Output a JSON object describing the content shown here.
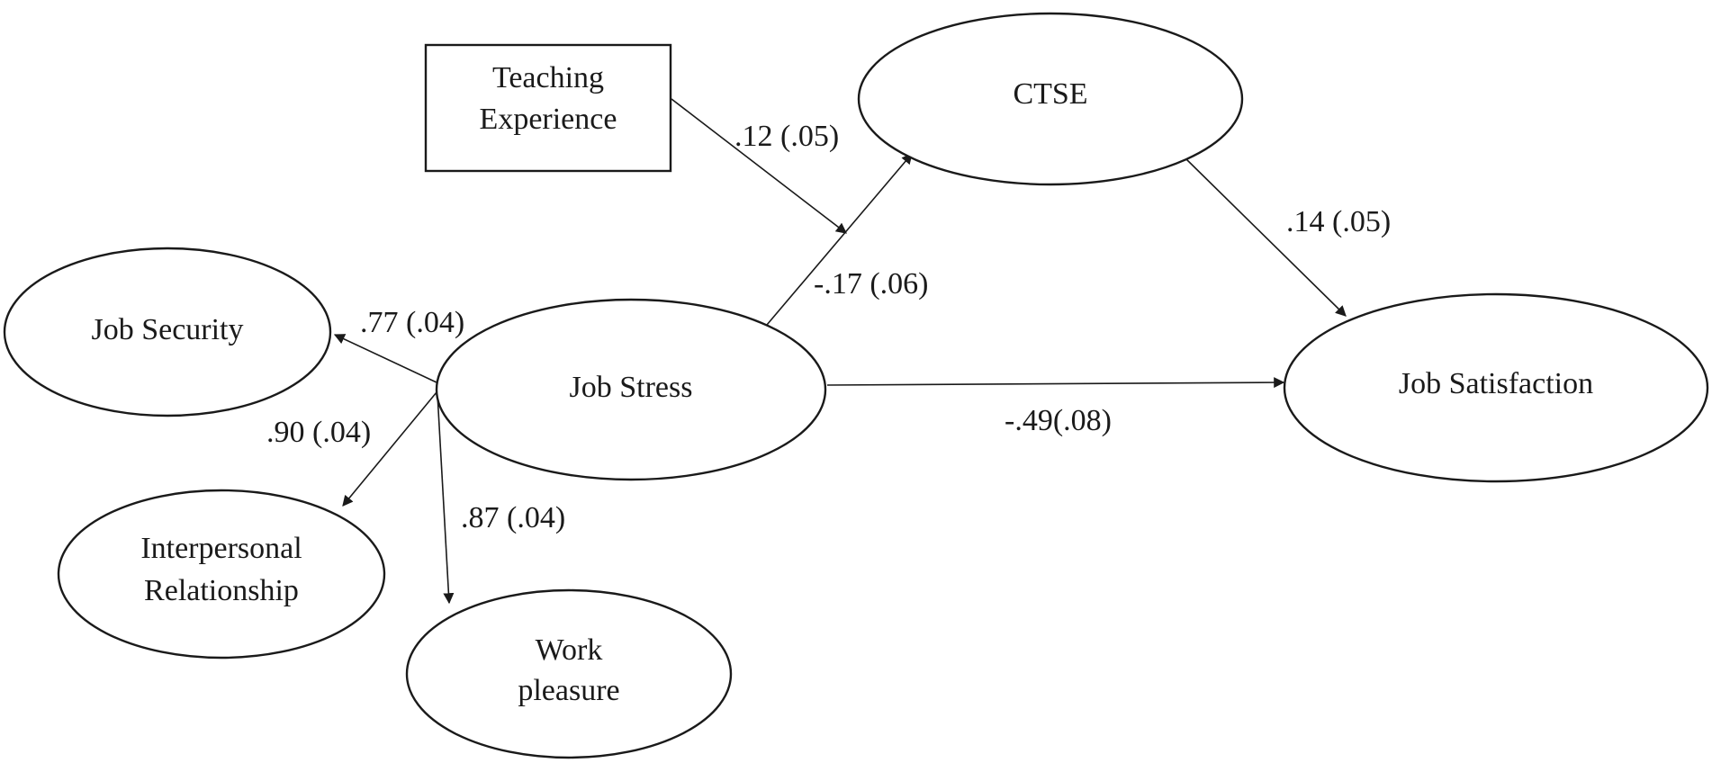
{
  "nodes": {
    "teaching_experience": {
      "lines": [
        "Teaching",
        "Experience"
      ],
      "shape": "rectangle"
    },
    "ctse": {
      "lines": [
        "CTSE"
      ],
      "shape": "ellipse"
    },
    "job_security": {
      "lines": [
        "Job Security"
      ],
      "shape": "ellipse"
    },
    "job_stress": {
      "lines": [
        "Job Stress"
      ],
      "shape": "ellipse"
    },
    "job_satisfaction": {
      "lines": [
        "Job Satisfaction"
      ],
      "shape": "ellipse"
    },
    "interpersonal_relationship": {
      "lines": [
        "Interpersonal",
        "Relationship"
      ],
      "shape": "ellipse"
    },
    "work_pleasure": {
      "lines": [
        "Work",
        "pleasure"
      ],
      "shape": "ellipse"
    }
  },
  "edges": {
    "teaching_experience_moderation": {
      "from": "teaching_experience",
      "to": "job_stress_to_ctse_path",
      "label": ".12 (.05)"
    },
    "ctse_to_job_satisfaction": {
      "from": "ctse",
      "to": "job_satisfaction",
      "label": ".14 (.05)"
    },
    "job_stress_to_ctse": {
      "from": "job_stress",
      "to": "ctse",
      "label": "-.17 (.06)"
    },
    "job_stress_to_job_security": {
      "from": "job_stress",
      "to": "job_security",
      "label": ".77 (.04)"
    },
    "job_stress_to_job_satisfaction": {
      "from": "job_stress",
      "to": "job_satisfaction",
      "label": "-.49(.08)"
    },
    "job_stress_to_interpersonal_relationship": {
      "from": "job_stress",
      "to": "interpersonal_relationship",
      "label": ".90 (.04)"
    },
    "job_stress_to_work_pleasure": {
      "from": "job_stress",
      "to": "work_pleasure",
      "label": ".87 (.04)"
    }
  },
  "colors": {
    "stroke": "#1a1a1a",
    "background": "#ffffff"
  }
}
